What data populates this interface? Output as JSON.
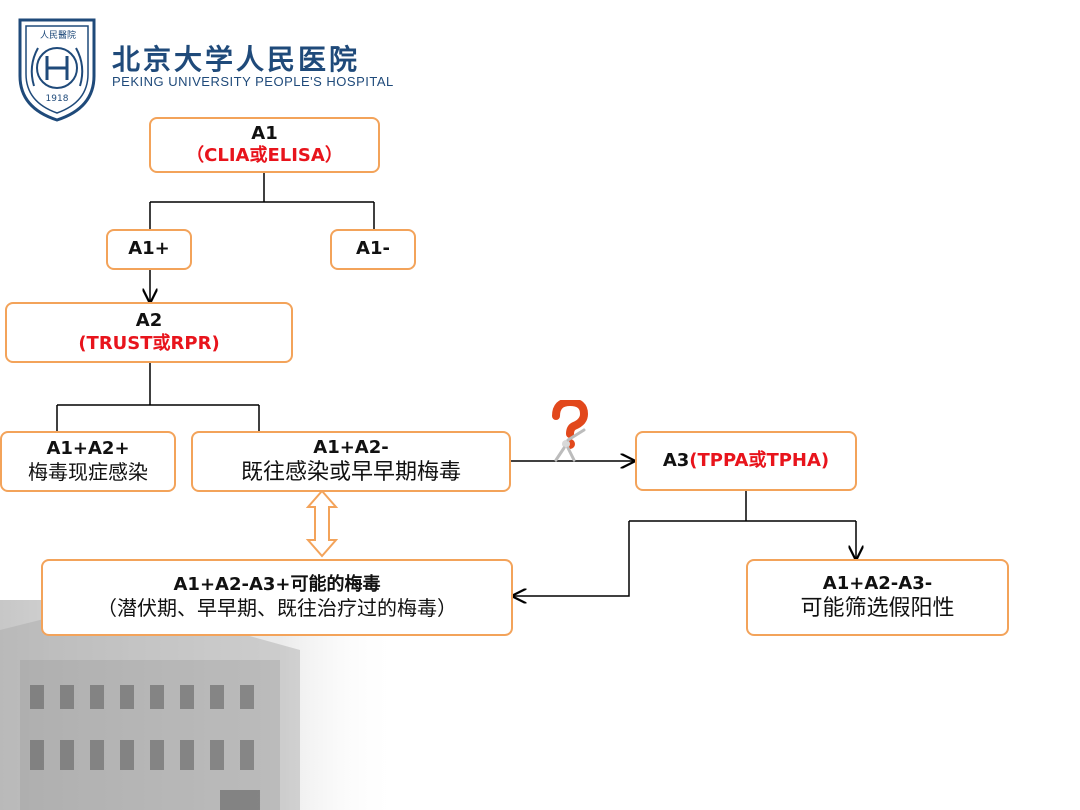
{
  "header": {
    "seal_text": "人民醫院",
    "seal_year": "1918",
    "logo_cn": "北京大学人民医院",
    "logo_en": "PEKING UNIVERSITY PEOPLE'S HOSPITAL"
  },
  "nodes": {
    "a1": {
      "title": "A1",
      "method": "（CLIA或ELISA）"
    },
    "a1_pos": {
      "label": "A1+"
    },
    "a1_neg": {
      "label": "A1-"
    },
    "a2": {
      "title": "A2",
      "method": "(TRUST或RPR)"
    },
    "a1a2_pos": {
      "title": "A1+A2+",
      "desc": "梅毒现症感染"
    },
    "a1a2_neg": {
      "title": "A1+A2-",
      "desc": "既往感染或早早期梅毒"
    },
    "a3": {
      "prefix": "A3",
      "method": "(TPPA或TPHA)"
    },
    "a3_pos": {
      "title": "A1+A2-A3+可能的梅毒",
      "desc": "（潜伏期、早早期、既往治疗过的梅毒）"
    },
    "a3_neg": {
      "title": "A1+A2-A3-",
      "desc": "可能筛选假阳性"
    }
  },
  "colors": {
    "box_border": "#f3a35a",
    "method_text": "#e8141c",
    "logo_blue": "#1f4a7a"
  }
}
